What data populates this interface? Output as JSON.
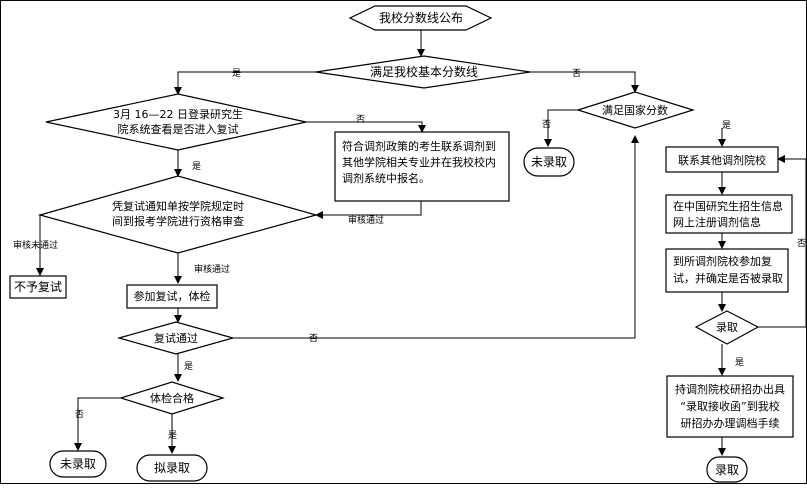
{
  "flowchart": {
    "nodes": {
      "start": "我校分数线公布",
      "d_basic": "满足我校基本分数线",
      "d_login_1": "3月 16—22 日登录研究生",
      "d_login_2": "院系统查看是否进入复试",
      "adjust_1": "符合调剂政策的考生联系调剂到",
      "adjust_2": "其他学院相关专业并在我校校内",
      "adjust_3": "调剂系统中报名。",
      "d_notice_1": "凭复试通知单按学院规定时",
      "d_notice_2": "间到报考学院进行资格审查",
      "no_retest": "不予复试",
      "retest_exam": "参加复试，体检",
      "d_pass": "复试通过",
      "d_health": "体检合格",
      "not_admitted_left": "未录取",
      "tentative": "拟录取",
      "d_national": "满足国家分数",
      "not_admitted_mid": "未录取",
      "contact": "联系其他调剂院校",
      "register_1": "在中国研究生招生信息",
      "register_2": "网上注册调剂信息",
      "attend_1": "到所调剂院校参加复",
      "attend_2": "试，并确定是否被录取",
      "d_admit": "录取",
      "handle_1": "持调剂院校研招办出具",
      "handle_2": "“录取接收函”到我校",
      "handle_3": "研招办办理调档手续",
      "admitted": "录取"
    },
    "edge_labels": {
      "basic_yes": "是",
      "basic_no": "否",
      "login_no": "否",
      "login_yes": "是",
      "review_pass_adjust": "审核通过",
      "review_fail": "审核未通过",
      "review_pass": "审核通过",
      "pass_no": "否",
      "pass_yes": "是",
      "health_no": "否",
      "health_yes": "是",
      "national_no": "否",
      "national_yes": "是",
      "admit_yes": "是",
      "admit_no": "否"
    }
  }
}
